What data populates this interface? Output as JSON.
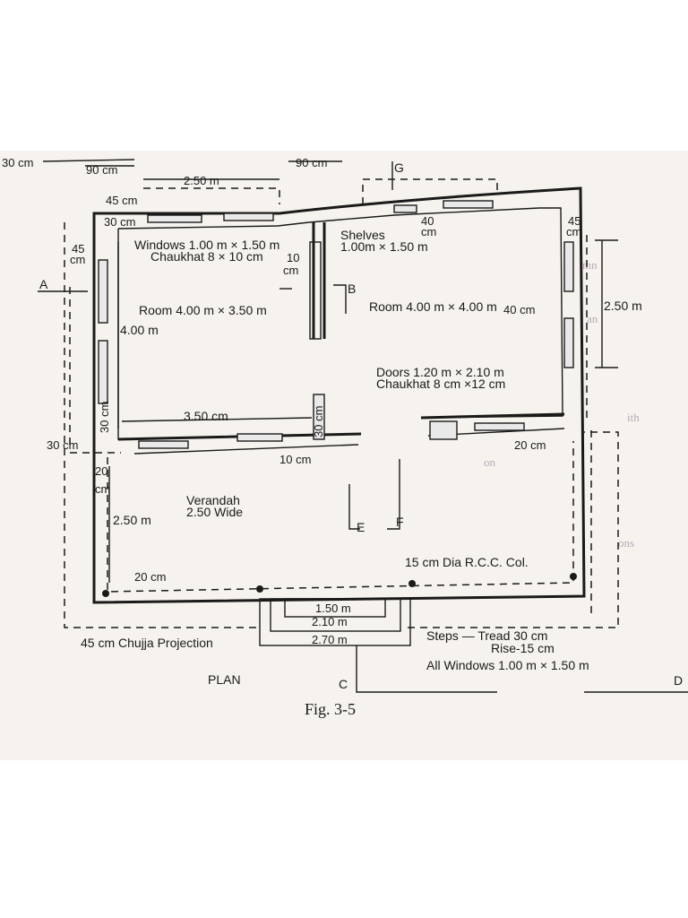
{
  "figure": {
    "caption": "Fig. 3-5",
    "plan_label": "PLAN"
  },
  "section_markers": {
    "a": "A",
    "b": "B",
    "c": "C",
    "d": "D",
    "e": "E",
    "f": "F",
    "g": "G"
  },
  "rooms": {
    "left": "Room 4.00 m × 3.50 m",
    "right": "Room 4.00 m × 4.00 m",
    "verandah_line1": "Verandah",
    "verandah_line2": "2.50 Wide"
  },
  "notes": {
    "windows_line1": "Windows 1.00 m × 1.50 m",
    "windows_line2": "Chaukhat 8 × 10 cm",
    "shelves_line1": "Shelves",
    "shelves_line2": "1.00m × 1.50 m",
    "doors_line1": "Doors 1.20 m × 2.10 m",
    "doors_line2": "Chaukhat 8 cm ×12 cm",
    "column": "15 cm Dia R.C.C. Col.",
    "chujja": "45 cm Chujja Projection",
    "steps_line1": "Steps — Tread 30 cm",
    "steps_line2": "Rise-15 cm",
    "all_windows": "All Windows 1.00 m × 1.50 m"
  },
  "dimensions": {
    "top_30": "30 cm",
    "top_90a": "90 cm",
    "top_90b": "90 cm",
    "top_250": "2.50 m",
    "top_45": "45 cm",
    "wall_30": "30 cm",
    "left_45": "45",
    "left_45_unit": "cm",
    "shelf_10": "10",
    "shelf_10_unit": "cm",
    "right_40": "40",
    "right_40_unit": "cm",
    "right_45": "45",
    "right_45_unit": "cm",
    "right_250": "2.50 m",
    "right_40cm": "40 cm",
    "left_400": "4.00 m",
    "left_30cm_vert": "30 cm",
    "mid_350": "3.50 cm",
    "mid_30cm_vert": "30 cm",
    "mid_10cm": "10 cm",
    "left_30cm": "30 cm",
    "left_20": "20",
    "left_20_unit": "cm",
    "right_20cm": "20 cm",
    "verandah_250": "2.50 m",
    "bottom_20cm": "20 cm",
    "step_150": "1.50 m",
    "step_210": "2.10 m",
    "step_270": "2.70 m"
  }
}
